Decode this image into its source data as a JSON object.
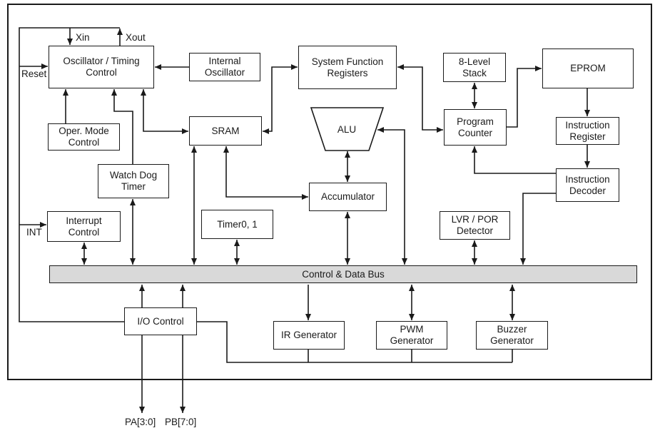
{
  "diagram": {
    "type": "microcontroller-block-diagram",
    "colors": {
      "background": "#ffffff",
      "line": "#1a1a1a",
      "text": "#1a1a1a",
      "box_fill": "#ffffff",
      "bus_fill": "#d9d9d9"
    },
    "bus": {
      "label": "Control & Data Bus"
    },
    "blocks": {
      "oscillator": {
        "label": "Oscillator / Timing\nControl"
      },
      "internal_oscillator": {
        "label": "Internal\nOscillator"
      },
      "system_function_registers": {
        "label": "System Function\nRegisters"
      },
      "stack": {
        "label": "8-Level\nStack"
      },
      "eprom": {
        "label": "EPROM"
      },
      "oper_mode_control": {
        "label": "Oper. Mode\nControl"
      },
      "sram": {
        "label": "SRAM"
      },
      "alu": {
        "label": "ALU"
      },
      "program_counter": {
        "label": "Program\nCounter"
      },
      "instruction_register": {
        "label": "Instruction\nRegister"
      },
      "watch_dog_timer": {
        "label": "Watch Dog\nTimer"
      },
      "accumulator": {
        "label": "Accumulator"
      },
      "instruction_decoder": {
        "label": "Instruction\nDecoder"
      },
      "interrupt_control": {
        "label": "Interrupt\nControl"
      },
      "timer": {
        "label": "Timer0, 1"
      },
      "lvr_por_detector": {
        "label": "LVR / POR\nDetector"
      },
      "io_control": {
        "label": "I/O Control"
      },
      "ir_generator": {
        "label": "IR Generator"
      },
      "pwm_generator": {
        "label": "PWM\nGenerator"
      },
      "buzzer_generator": {
        "label": "Buzzer\nGenerator"
      }
    },
    "pins": {
      "xin": {
        "label": "Xin"
      },
      "xout": {
        "label": "Xout"
      },
      "reset": {
        "label": "Reset"
      },
      "int": {
        "label": "INT"
      },
      "pa": {
        "label": "PA[3:0]"
      },
      "pb": {
        "label": "PB[7:0]"
      }
    },
    "connections": [
      "crystal-rail -> Xin (in), Xout (out), left rail to I/O Control",
      "Reset -> Oscillator/Timing Control",
      "Internal Oscillator -> Oscillator/Timing Control",
      "Oper. Mode Control -> Oscillator/Timing Control",
      "Watch Dog Timer -> Oscillator/Timing Control",
      "Oscillator/Timing Control <-> SRAM",
      "SRAM <-> System Function Registers",
      "System Function Registers <-> Program Counter",
      "8-Level Stack <-> Program Counter",
      "Program Counter -> EPROM",
      "EPROM -> Instruction Register",
      "Instruction Register -> Instruction Decoder",
      "Instruction Decoder -> Program Counter",
      "Instruction Decoder -> Control & Data Bus",
      "ALU <-> Accumulator",
      "SRAM <-> Accumulator",
      "SRAM <-> Control & Data Bus",
      "Accumulator <-> Control & Data Bus",
      "Control & Data Bus -> ALU",
      "Watch Dog Timer <-> Control & Data Bus",
      "Interrupt Control <-> Control & Data Bus",
      "INT -> Interrupt Control",
      "Timer0, 1 <-> Control & Data Bus",
      "LVR / POR Detector <-> Control & Data Bus",
      "I/O Control -> Control & Data Bus (2 lines)",
      "I/O Control -> PA[3:0], PB[7:0]",
      "Control & Data Bus -> IR Generator",
      "Control & Data Bus <-> PWM Generator",
      "Control & Data Bus <-> Buzzer Generator",
      "I/O Control - IR/PWM/Buzzer Generators (bottom rail)"
    ]
  }
}
